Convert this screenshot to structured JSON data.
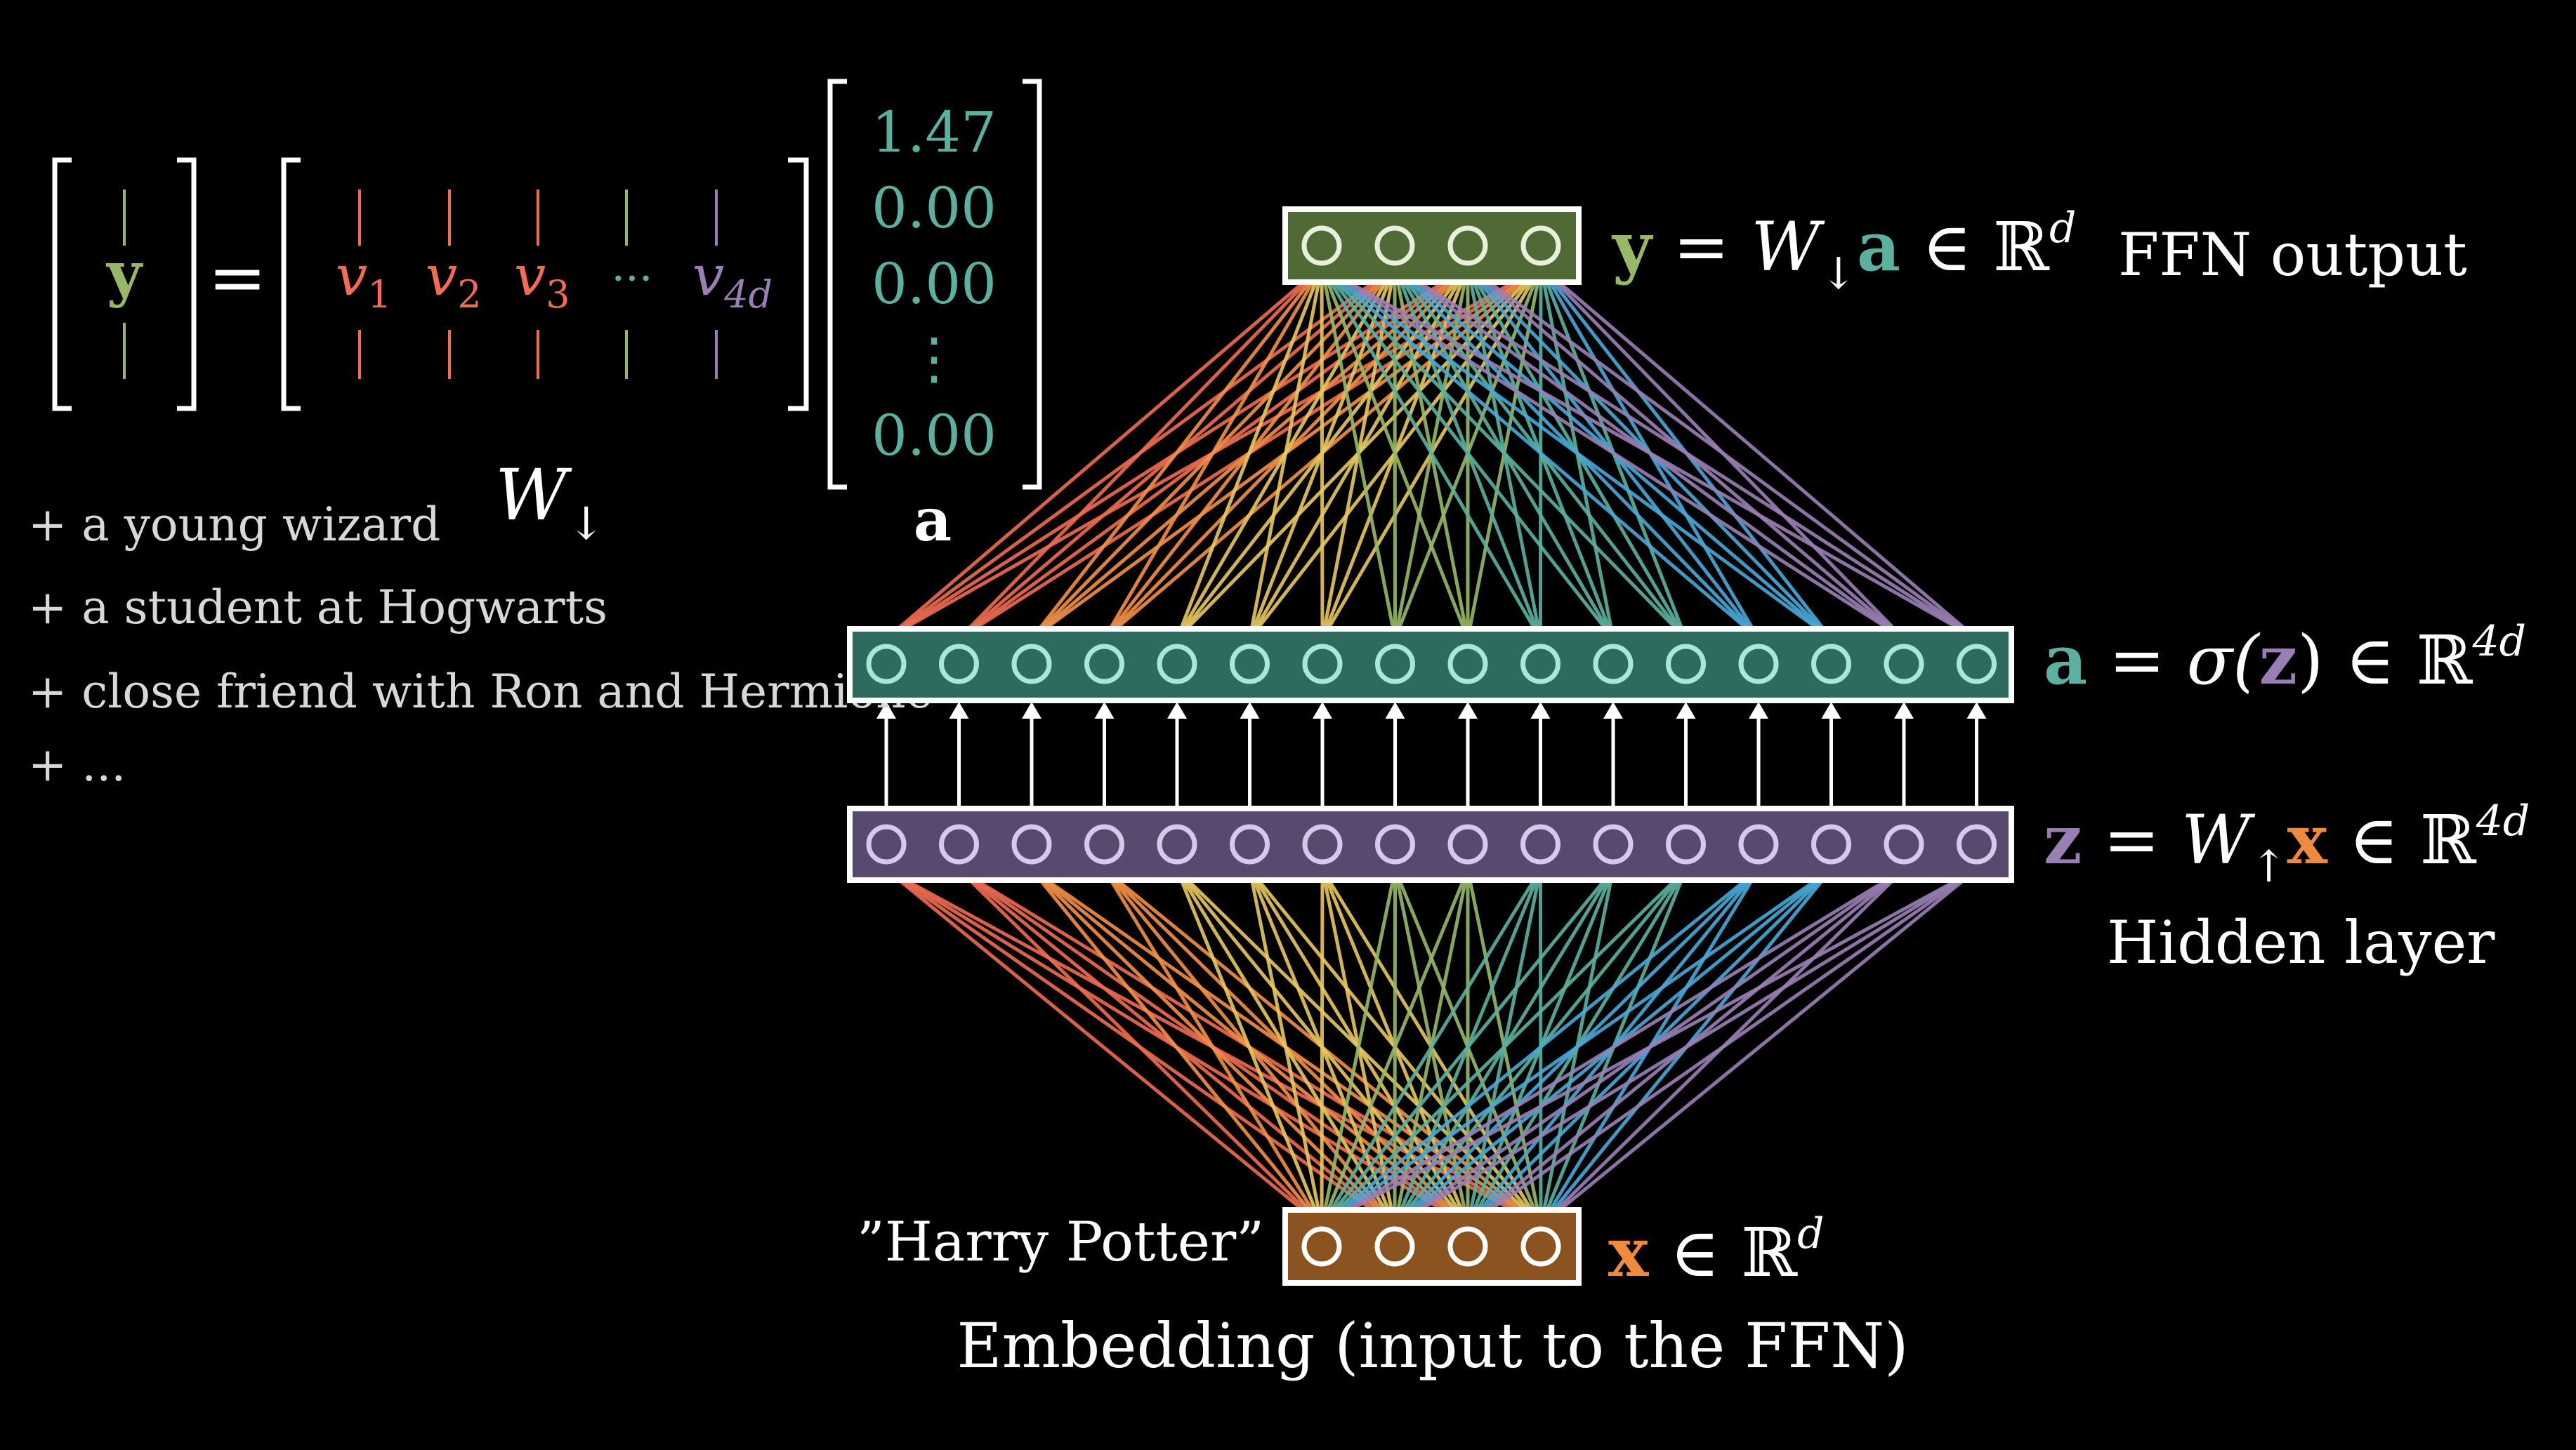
{
  "colors": {
    "background": "#000000",
    "white": "#ffffff",
    "text_gray": "#d8d8d8",
    "y_green": "#98b868",
    "a_teal": "#5cb0a0",
    "z_purple": "#9a7fb5",
    "x_orange": "#f08a3c",
    "v_red": "#f06c52",
    "v_orange": "#f49048",
    "v_yellow": "#e8c860",
    "v_green": "#98b868",
    "v_teal": "#5cb0a0",
    "v_blue": "#4aa8d8",
    "v_purple": "#9a7fb5",
    "layer_y_fill": "#4f6a34",
    "layer_a_fill": "#2e6b5e",
    "layer_z_fill": "#574a6e",
    "layer_x_fill": "#8a5320",
    "neuron_a": "#a8e8dc",
    "neuron_z": "#d8c8ec"
  },
  "matrix_eq": {
    "y_label": "y",
    "equals": "=",
    "vectors": [
      {
        "base": "v",
        "sub": "1"
      },
      {
        "base": "v",
        "sub": "2"
      },
      {
        "base": "v",
        "sub": "3"
      },
      {
        "base": "v",
        "sub": "4d"
      }
    ],
    "dots": "···",
    "w_down": {
      "base": "W",
      "sub": "↓"
    }
  },
  "a_vector": {
    "values": [
      "1.47",
      "0.00",
      "0.00",
      "0.00"
    ],
    "vdots": "⋮",
    "label": "a"
  },
  "descriptions": [
    "+ a young wizard",
    "+ a student at Hogwarts",
    "+ close friend with Ron and Hermione",
    "+ ..."
  ],
  "layers": {
    "y": {
      "neurons": 4,
      "eq": {
        "lhs": "y",
        "eq": "=",
        "W": "W",
        "arrow": "↓",
        "mid": "a",
        "in": "∈",
        "R": "ℝ",
        "exp": "d"
      },
      "caption": "FFN output"
    },
    "a": {
      "neurons": 16,
      "eq": {
        "lhs": "a",
        "eq": "=",
        "sigma": "σ(",
        "arg": "z",
        "close": ")",
        "in": "∈",
        "R": "ℝ",
        "exp": "4d"
      }
    },
    "z": {
      "neurons": 16,
      "eq": {
        "lhs": "z",
        "eq": "=",
        "W": "W",
        "arrow": "↑",
        "mid": "x",
        "in": "∈",
        "R": "ℝ",
        "exp": "4d"
      },
      "caption": "Hidden layer"
    },
    "x": {
      "neurons": 4,
      "eq": {
        "lhs": "x",
        "in": "∈",
        "R": "ℝ",
        "exp": "d"
      },
      "input_name": "”Harry Potter”",
      "caption": "Embedding (input to the FFN)"
    }
  }
}
